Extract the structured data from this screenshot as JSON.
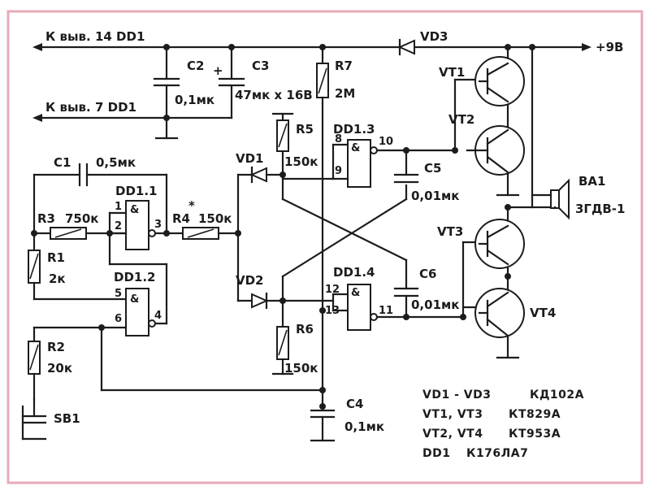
{
  "labels": {
    "pin14": "К выв. 14 DD1",
    "pin7": "К выв.   7 DD1",
    "vcc": "+9В",
    "vd3": "VD3",
    "c2": "C2",
    "c2_val": "0,1мк",
    "c3": "C3",
    "c3_val": "47мк х 16В",
    "r7": "R7",
    "r7_val": "2М",
    "r5": "R5",
    "r5_val": "150к",
    "dd13": "DD1.3",
    "vd1": "VD1",
    "c1": "C1",
    "c1_val": "0,5мк",
    "dd11": "DD1.1",
    "star": "*",
    "r3": "R3",
    "r3_val": "750к",
    "r4": "R4",
    "r4_val": "150к",
    "r1": "R1",
    "r1_val": "2к",
    "dd12": "DD1.2",
    "vd2": "VD2",
    "dd14": "DD1.4",
    "c5": "C5",
    "c5_val": "0,01мк",
    "c6": "C6",
    "c6_val": "0,01мк",
    "r6": "R6",
    "r6_val": "150к",
    "r2": "R2",
    "r2_val": "20к",
    "sb1": "SB1",
    "c4": "C4",
    "c4_val": "0,1мк",
    "vt1": "VT1",
    "vt2": "VT2",
    "vt3": "VT3",
    "vt4": "VT4",
    "ba1": "BA1",
    "ba1_val": "3ГДВ-1",
    "plus": "+"
  },
  "pins": {
    "p1": "1",
    "p2": "2",
    "p3": "3",
    "p4": "4",
    "p5": "5",
    "p6": "6",
    "p8": "8",
    "p9": "9",
    "p10": "10",
    "p11": "11",
    "p12": "12",
    "p13": "13",
    "amp": "&"
  },
  "parts_table": [
    {
      "ref": "VD1 - VD3",
      "type": "КД102А"
    },
    {
      "ref": "VT1, VT3",
      "type": "КТ829А"
    },
    {
      "ref": "VT2, VT4",
      "type": "КТ953А"
    },
    {
      "ref": "DD1",
      "type": "К176ЛА7"
    }
  ]
}
